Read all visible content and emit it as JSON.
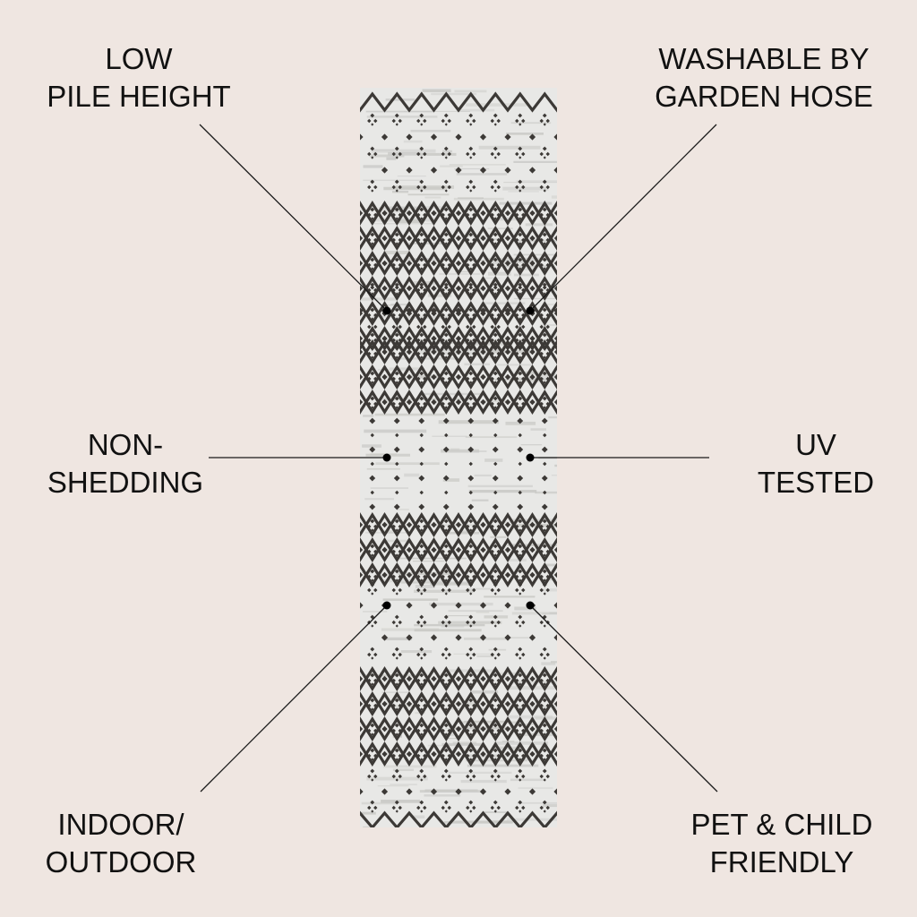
{
  "background_color": "#efe6e1",
  "product": {
    "name": "runner-rug",
    "rug_colors": {
      "base": "#e8e8e6",
      "streak": "#c9c9c6",
      "motif": "#3c3936"
    }
  },
  "features": [
    {
      "id": "low-pile-height",
      "lines": [
        "LOW",
        "PILE HEIGHT"
      ],
      "side": "left",
      "position": "top"
    },
    {
      "id": "washable-by-garden-hose",
      "lines": [
        "WASHABLE BY",
        "GARDEN HOSE"
      ],
      "side": "right",
      "position": "top"
    },
    {
      "id": "non-shedding",
      "lines": [
        "NON-",
        "SHEDDING"
      ],
      "side": "left",
      "position": "middle"
    },
    {
      "id": "uv-tested",
      "lines": [
        "UV",
        "TESTED"
      ],
      "side": "right",
      "position": "middle"
    },
    {
      "id": "indoor-outdoor",
      "lines": [
        "INDOOR/",
        "OUTDOOR"
      ],
      "side": "left",
      "position": "bottom"
    },
    {
      "id": "pet-child-friendly",
      "lines": [
        "PET & CHILD",
        "FRIENDLY"
      ],
      "side": "right",
      "position": "bottom"
    }
  ]
}
